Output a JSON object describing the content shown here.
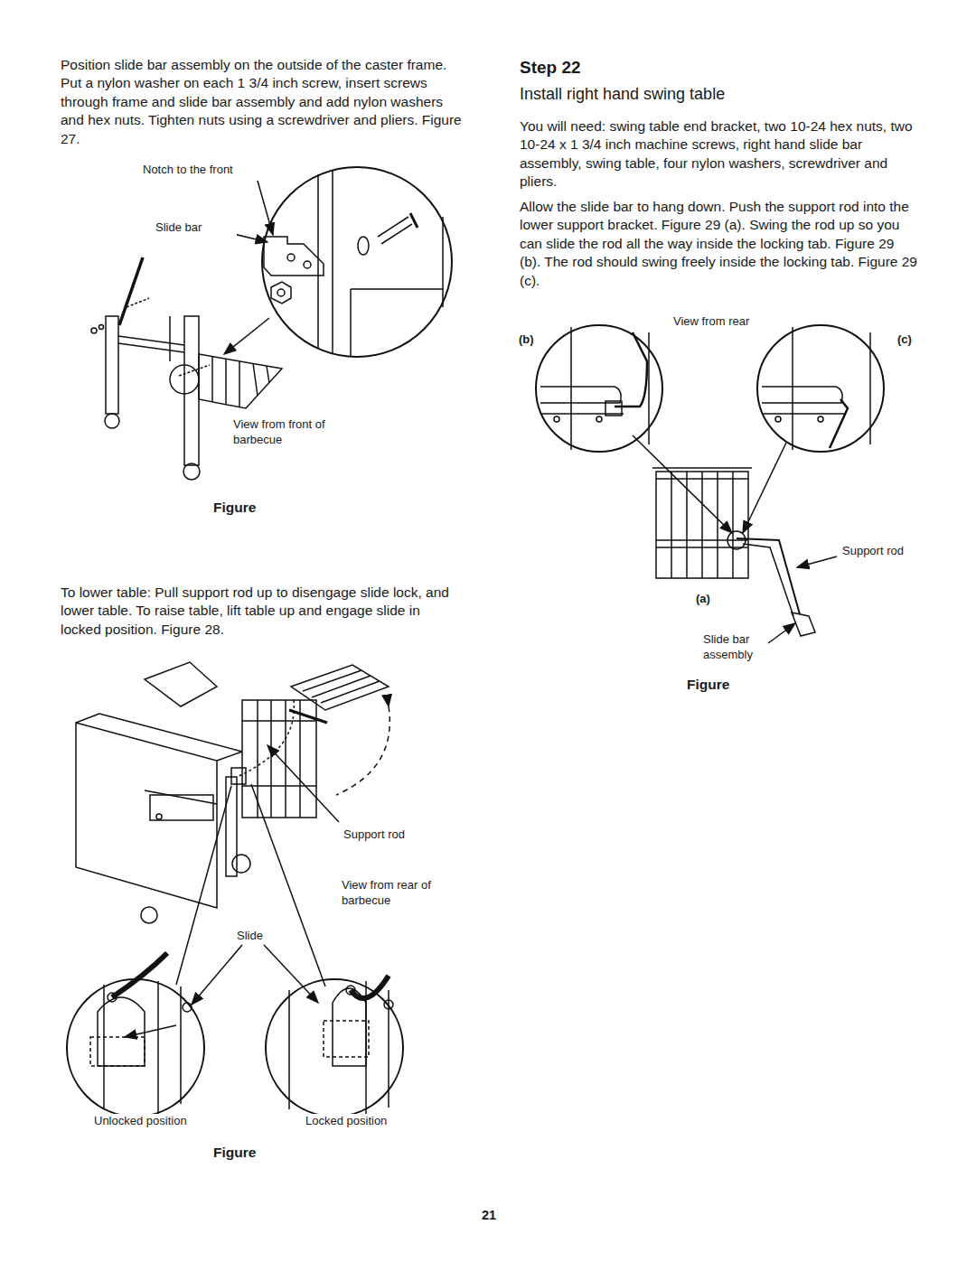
{
  "diagram": {
    "labels": [
      "Position slide bar assembly on the outside of the caster frame. Put a nylon washer on each 1 3/4 inch screw, insert screws through frame and slide bar assembly and add nylon washers and hex nuts. Tighten nuts using a screwdriver and pliers. Figure 27.",
      "Notch to the front",
      "Slide bar",
      "View from front of barbecue",
      "Figure",
      "To lower table: Pull support rod up to disengage slide lock, and lower table. To raise table, lift table up and engage slide in locked position. Figure 28.",
      "Support rod",
      "View from rear of barbecue",
      "Slide",
      "Unlocked position",
      "Locked position",
      "Figure",
      "Step 22",
      "Install right hand swing table",
      "You will need: swing table end bracket, two 10-24 hex nuts, two 10-24 x 1 3/4 inch machine screws, right hand slide bar assembly, swing table, four nylon washers, screwdriver and pliers.",
      "Allow the slide bar to hang down. Push the support rod into the lower support bracket. Figure 29 (a). Swing the rod up so you can slide the rod all the way inside the locking tab. Figure 29 (b). The rod should swing freely inside the locking tab. Figure 29 (c).",
      "View from rear",
      "(b)",
      "(c)",
      "Support rod",
      "(a)",
      "Slide bar assembly",
      "Figure",
      "21"
    ]
  }
}
